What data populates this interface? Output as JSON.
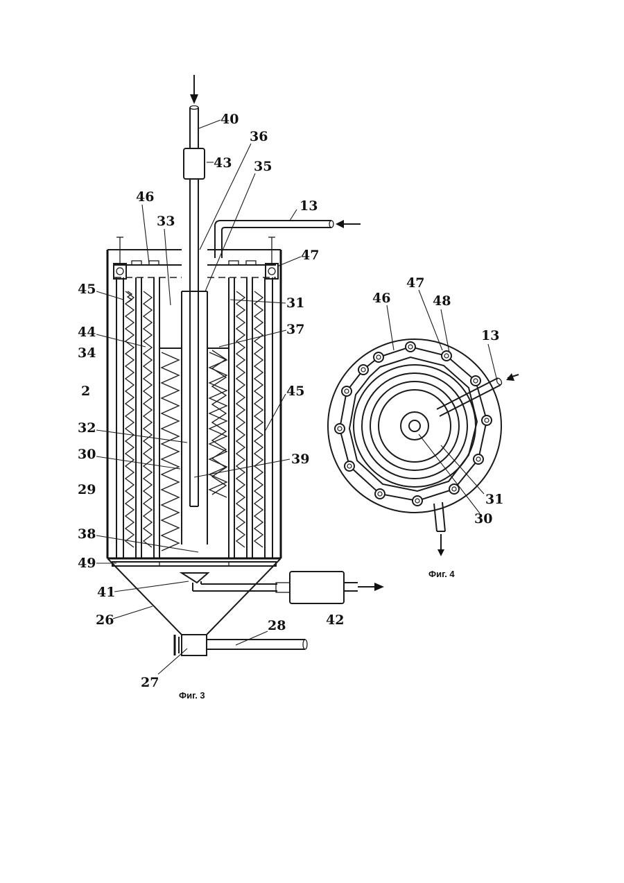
{
  "figures": [
    {
      "caption": "Фиг. 3",
      "labels": [
        "40",
        "43",
        "36",
        "35",
        "46",
        "33",
        "13",
        "47",
        "45",
        "31",
        "44",
        "37",
        "34",
        "2",
        "45",
        "32",
        "30",
        "39",
        "29",
        "38",
        "49",
        "41",
        "42",
        "26",
        "28",
        "27"
      ]
    },
    {
      "caption": "Фиг. 4",
      "labels": [
        "47",
        "48",
        "46",
        "13",
        "31",
        "30"
      ]
    }
  ]
}
